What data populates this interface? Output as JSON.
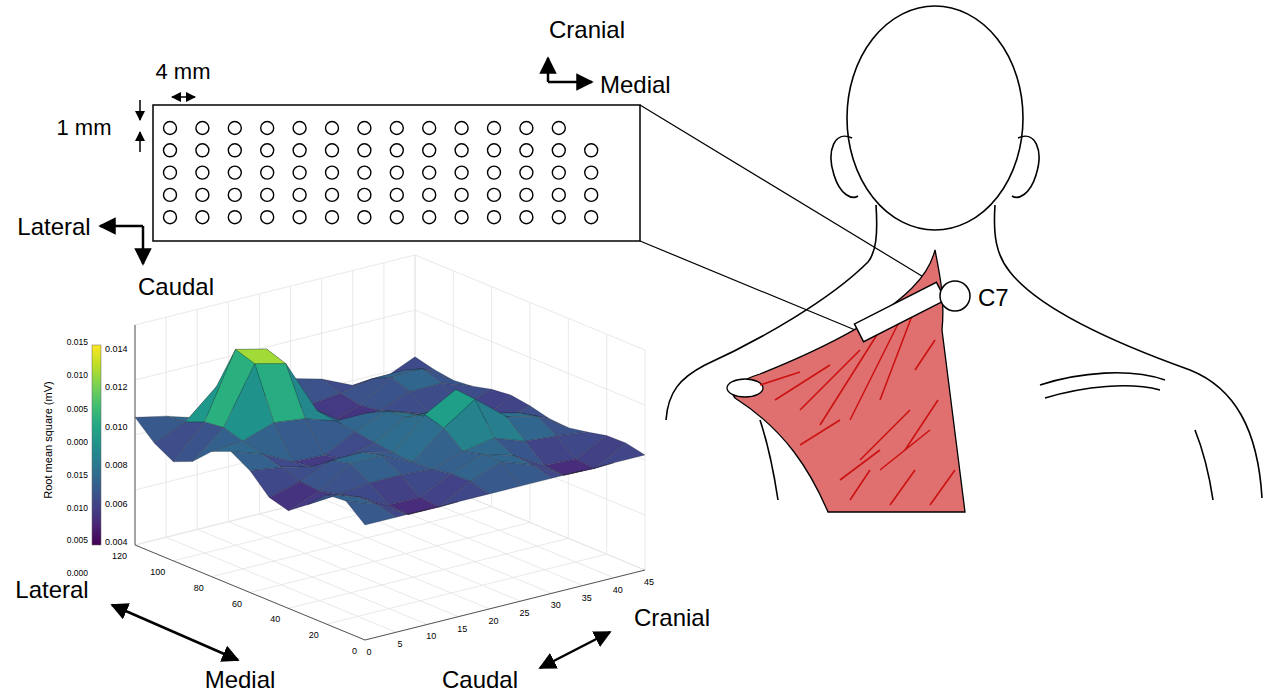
{
  "diagram": {
    "labels": [
      "4 mm",
      "1 mm",
      "Cranial",
      "Medial",
      "Lateral",
      "Caudal",
      "C7",
      "Root mean square (mV)",
      "0.014",
      "0.012",
      "0.010",
      "0.008",
      "0.006",
      "0.004",
      "0.015",
      "0.010",
      "0.005",
      "0.000",
      "0.015",
      "0.010",
      "0.005",
      "0.000",
      "120",
      "100",
      "80",
      "60",
      "40",
      "20",
      "0",
      "0",
      "5",
      "10",
      "15",
      "20",
      "25",
      "30",
      "35",
      "40",
      "45",
      "Lateral",
      "Medial",
      "Caudal",
      "Cranial"
    ]
  }
}
